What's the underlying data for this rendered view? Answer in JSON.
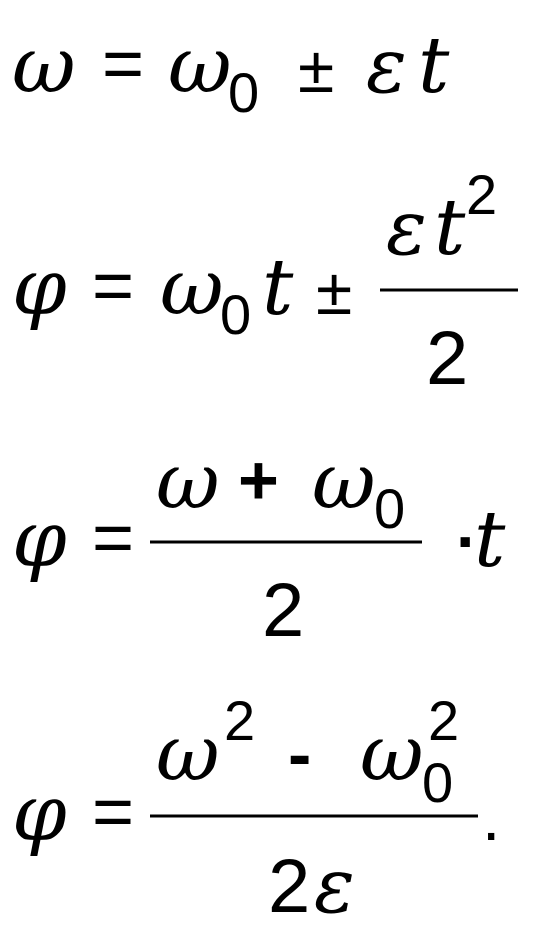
{
  "formulas": [
    {
      "id": "angular-velocity",
      "omega": "ω",
      "equals": "=",
      "omega0": "ω",
      "sub0": "0",
      "pm": "±",
      "epsilon": "ε",
      "t": "t"
    },
    {
      "id": "angle-time",
      "phi": "φ",
      "equals": "=",
      "omega0": "ω",
      "sub0": "0",
      "t": "t",
      "pm": "±",
      "num_eps": "ε",
      "num_t": "t",
      "sup2": "2",
      "den": "2"
    },
    {
      "id": "angle-average",
      "phi": "φ",
      "equals": "=",
      "num_omega": "ω",
      "plus": "+",
      "num_omega0": "ω",
      "sub0": "0",
      "den": "2",
      "dot": "·",
      "t": "t"
    },
    {
      "id": "angle-from-velocities",
      "phi": "φ",
      "equals": "=",
      "num_omega": "ω",
      "sup2a": "2",
      "minus": "-",
      "num_omega0": "ω",
      "sup2b": "2",
      "sub0": "0",
      "den_2": "2",
      "den_eps": "ε",
      "period": "."
    }
  ]
}
